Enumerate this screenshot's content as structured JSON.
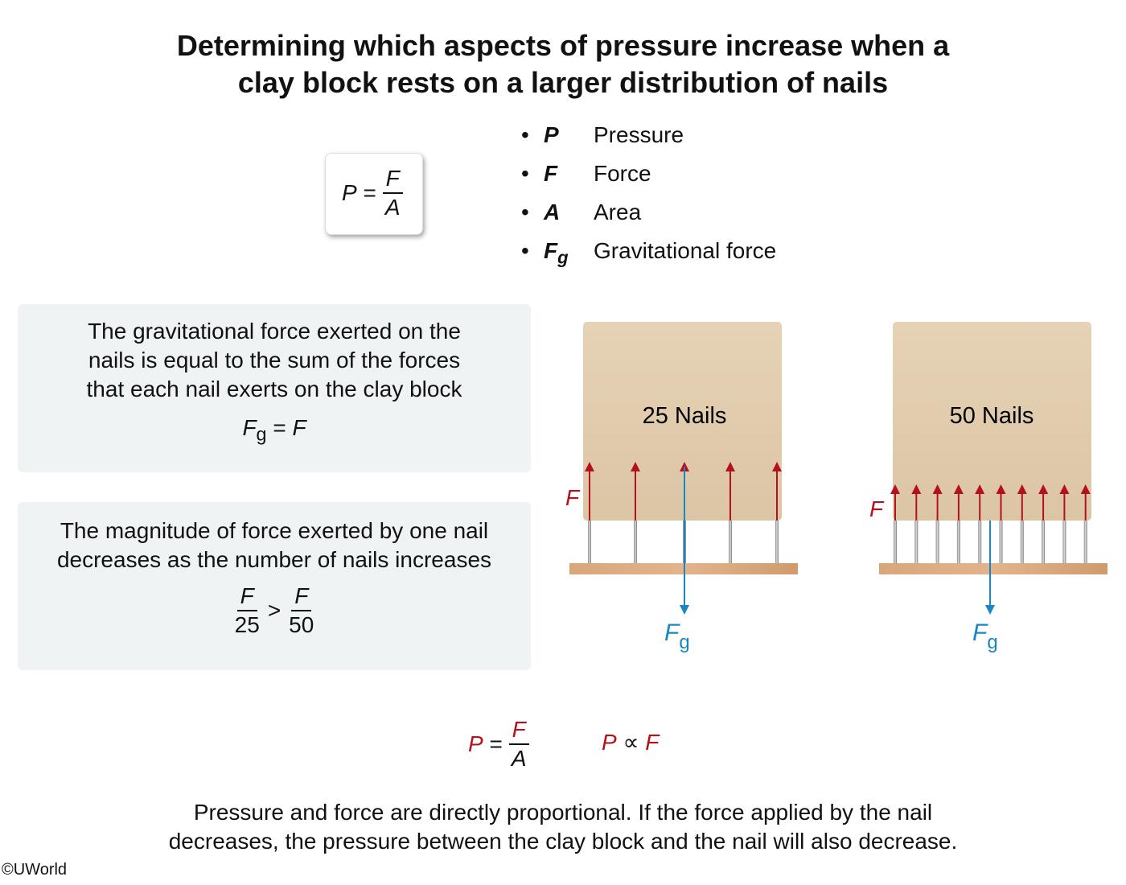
{
  "title": "Determining which aspects of pressure increase when a clay block rests on a larger distribution of nails",
  "formula": {
    "lhs": "P",
    "eq": "=",
    "num": "F",
    "den": "A"
  },
  "legend": [
    {
      "symbol": "P",
      "sub": "",
      "label": "Pressure"
    },
    {
      "symbol": "F",
      "sub": "",
      "label": "Force"
    },
    {
      "symbol": "A",
      "sub": "",
      "label": "Area"
    },
    {
      "symbol": "F",
      "sub": "g",
      "label": "Gravitational force"
    }
  ],
  "panel1": {
    "text": "The gravitational force exerted on the nails is equal to the sum of the forces that each nail exerts on the clay block",
    "eq": {
      "a": "F",
      "a_sub": "g",
      "op": "= ",
      "b": "F"
    }
  },
  "panel2": {
    "text": "The magnitude of force exerted by one nail decreases as the number of nails increases",
    "eq": {
      "n1": "F",
      "d1": "25",
      "op": ">",
      "n2": "F",
      "d2": "50"
    }
  },
  "diagrams": [
    {
      "label": "25 Nails",
      "force_label": "F",
      "grav_label": "F",
      "grav_sub": "g"
    },
    {
      "label": "50 Nails",
      "force_label": "F",
      "grav_label": "F",
      "grav_sub": "g"
    }
  ],
  "bottom": {
    "p": "P",
    "eq": "=",
    "num": "F",
    "den": "A",
    "p2": "P",
    "prop": "∝",
    "f2": "F"
  },
  "caption": "Pressure and force are directly proportional. If the force applied by the nail decreases, the pressure between the clay block and the nail will also decrease.",
  "copyright": "©UWorld",
  "colors": {
    "force": "#b3121b",
    "gravity": "#1a86c2",
    "clay": "#e8d3b6",
    "wood": "#d4a47a"
  }
}
